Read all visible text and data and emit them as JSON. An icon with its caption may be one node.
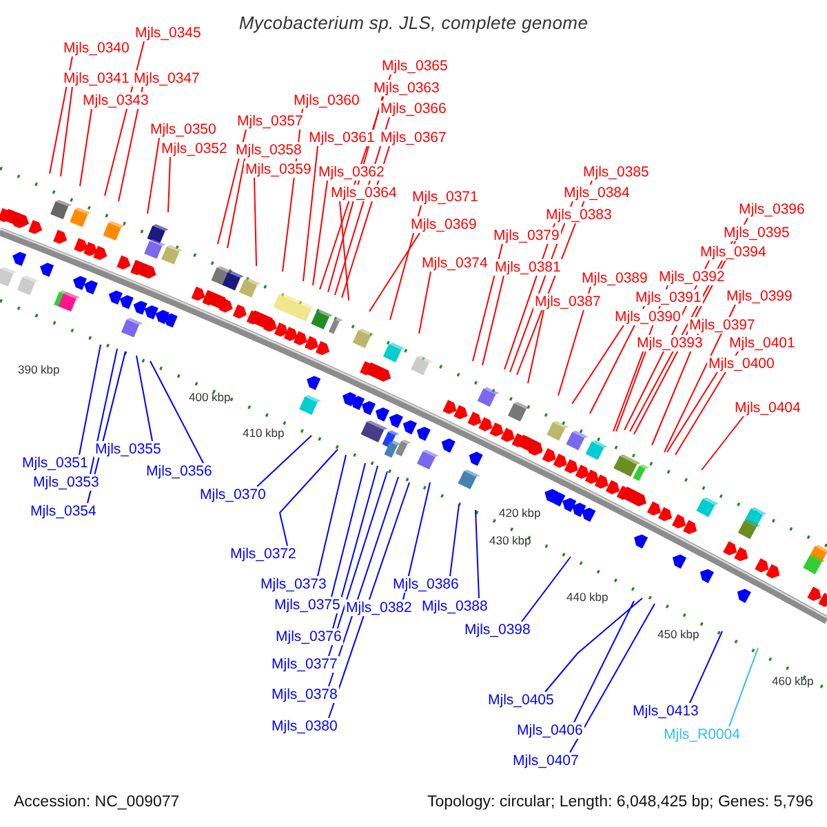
{
  "diagram": {
    "title": "Mycobacterium sp. JLS, complete genome",
    "nodes": [
      {
        "text": [
          "Mjls_0345"
        ]
      },
      {
        "text": [
          "Mjls_0340"
        ]
      },
      {
        "text": [
          "Mjls_0365"
        ]
      },
      {
        "text": [
          "Mjls_0341"
        ]
      },
      {
        "text": [
          "Mjls_0347"
        ]
      },
      {
        "text": [
          "Mjls_0363"
        ]
      },
      {
        "text": [
          "Mjls_0343"
        ]
      },
      {
        "text": [
          "Mjls_0360"
        ]
      },
      {
        "text": [
          "Mjls_0366"
        ]
      },
      {
        "text": [
          "Mjls_0357"
        ]
      },
      {
        "text": [
          "Mjls_0350"
        ]
      },
      {
        "text": [
          "Mjls_0361"
        ]
      },
      {
        "text": [
          "Mjls_0367"
        ]
      },
      {
        "text": [
          "Mjls_0352"
        ]
      },
      {
        "text": [
          "Mjls_0358"
        ]
      },
      {
        "text": [
          "Mjls_0359"
        ]
      },
      {
        "text": [
          "Mjls_0362"
        ]
      },
      {
        "text": [
          "Mjls_0385"
        ]
      },
      {
        "text": [
          "Mjls_0364"
        ]
      },
      {
        "text": [
          "Mjls_0384"
        ]
      },
      {
        "text": [
          "Mjls_0371"
        ]
      },
      {
        "text": [
          "Mjls_0396"
        ]
      },
      {
        "text": [
          "Mjls_0383"
        ]
      },
      {
        "text": [
          "Mjls_0369"
        ]
      },
      {
        "text": [
          "Mjls_0395"
        ]
      },
      {
        "text": [
          "Mjls_0379"
        ]
      },
      {
        "text": [
          "Mjls_0394"
        ]
      },
      {
        "text": [
          "Mjls_0374"
        ]
      },
      {
        "text": [
          "Mjls_0381"
        ]
      },
      {
        "text": [
          "Mjls_0392"
        ]
      },
      {
        "text": [
          "Mjls_0389"
        ]
      },
      {
        "text": [
          "Mjls_0391"
        ]
      },
      {
        "text": [
          "Mjls_0399"
        ]
      },
      {
        "text": [
          "Mjls_0387"
        ]
      },
      {
        "text": [
          "Mjls_0390"
        ]
      },
      {
        "text": [
          "Mjls_0397"
        ]
      },
      {
        "text": [
          "Mjls_0393"
        ]
      },
      {
        "text": [
          "Mjls_0401"
        ]
      },
      {
        "text": [
          "Mjls_0400"
        ]
      },
      {
        "text": [
          "Mjls_0404"
        ]
      },
      {
        "text": [
          "Mjls_0351"
        ]
      },
      {
        "text": [
          "Mjls_0355"
        ]
      },
      {
        "text": [
          "Mjls_0356"
        ]
      },
      {
        "text": [
          "Mjls_0353"
        ]
      },
      {
        "text": [
          "Mjls_0370"
        ]
      },
      {
        "text": [
          "Mjls_0354"
        ]
      },
      {
        "text": [
          "Mjls_0372"
        ]
      },
      {
        "text": [
          "Mjls_0373"
        ]
      },
      {
        "text": [
          "Mjls_0386"
        ]
      },
      {
        "text": [
          "Mjls_0375"
        ]
      },
      {
        "text": [
          "Mjls_0382"
        ]
      },
      {
        "text": [
          "Mjls_0388"
        ]
      },
      {
        "text": [
          "Mjls_0398"
        ]
      },
      {
        "text": [
          "Mjls_0376"
        ]
      },
      {
        "text": [
          "Mjls_0377"
        ]
      },
      {
        "text": [
          "Mjls_0378"
        ]
      },
      {
        "text": [
          "Mjls_0405"
        ]
      },
      {
        "text": [
          "Mjls_0413"
        ]
      },
      {
        "text": [
          "Mjls_0380"
        ]
      },
      {
        "text": [
          "Mjls_0406"
        ]
      },
      {
        "text": [
          "Mjls_R0004"
        ]
      },
      {
        "text": [
          "Mjls_0407"
        ]
      }
    ],
    "edges": [
      {
        "from": 0,
        "to": null,
        "arrow": "none"
      },
      {
        "from": 1,
        "to": null,
        "arrow": "none"
      },
      {
        "from": 2,
        "to": null,
        "arrow": "none"
      },
      {
        "from": 3,
        "to": null,
        "arrow": "none"
      },
      {
        "from": 4,
        "to": null,
        "arrow": "none"
      },
      {
        "from": 5,
        "to": null,
        "arrow": "none"
      },
      {
        "from": 6,
        "to": null,
        "arrow": "none"
      },
      {
        "from": 7,
        "to": null,
        "arrow": "none"
      },
      {
        "from": 8,
        "to": null,
        "arrow": "none"
      },
      {
        "from": 9,
        "to": null,
        "arrow": "none"
      },
      {
        "from": 10,
        "to": null,
        "arrow": "none"
      },
      {
        "from": 11,
        "to": null,
        "arrow": "none"
      },
      {
        "from": 12,
        "to": null,
        "arrow": "none"
      },
      {
        "from": 13,
        "to": null,
        "arrow": "none"
      },
      {
        "from": 14,
        "to": null,
        "arrow": "none"
      },
      {
        "from": 15,
        "to": null,
        "arrow": "none"
      },
      {
        "from": 16,
        "to": null,
        "arrow": "none"
      },
      {
        "from": 17,
        "to": null,
        "arrow": "none"
      },
      {
        "from": 18,
        "to": null,
        "arrow": "none"
      },
      {
        "from": 19,
        "to": null,
        "arrow": "none"
      },
      {
        "from": 20,
        "to": null,
        "arrow": "none"
      },
      {
        "from": 21,
        "to": null,
        "arrow": "none"
      },
      {
        "from": 22,
        "to": null,
        "arrow": "none"
      },
      {
        "from": 23,
        "to": null,
        "arrow": "none"
      },
      {
        "from": 24,
        "to": null,
        "arrow": "none"
      },
      {
        "from": 25,
        "to": null,
        "arrow": "none"
      },
      {
        "from": 26,
        "to": null,
        "arrow": "none"
      },
      {
        "from": 27,
        "to": null,
        "arrow": "none"
      },
      {
        "from": 28,
        "to": null,
        "arrow": "none"
      },
      {
        "from": 29,
        "to": null,
        "arrow": "none"
      },
      {
        "from": 30,
        "to": null,
        "arrow": "none"
      },
      {
        "from": 31,
        "to": null,
        "arrow": "none"
      },
      {
        "from": 32,
        "to": null,
        "arrow": "none"
      },
      {
        "from": 33,
        "to": null,
        "arrow": "none"
      },
      {
        "from": 34,
        "to": null,
        "arrow": "none"
      },
      {
        "from": 35,
        "to": null,
        "arrow": "none"
      },
      {
        "from": 36,
        "to": null,
        "arrow": "none"
      },
      {
        "from": 37,
        "to": null,
        "arrow": "none"
      },
      {
        "from": 38,
        "to": null,
        "arrow": "none"
      },
      {
        "from": 39,
        "to": null,
        "arrow": "none"
      },
      {
        "from": 40,
        "to": null,
        "arrow": "none",
        "color": "#0000ff"
      },
      {
        "from": 41,
        "to": null,
        "arrow": "none",
        "color": "#0000ff"
      },
      {
        "from": 42,
        "to": null,
        "arrow": "none",
        "color": "#0000ff"
      },
      {
        "from": 43,
        "to": null,
        "arrow": "none",
        "color": "#0000ff"
      },
      {
        "from": 44,
        "to": null,
        "arrow": "none",
        "color": "#0000ff"
      },
      {
        "from": 45,
        "to": null,
        "arrow": "none",
        "color": "#0000ff"
      },
      {
        "from": 46,
        "to": null,
        "arrow": "none",
        "color": "#0000ff"
      },
      {
        "from": 47,
        "to": null,
        "arrow": "none",
        "color": "#0000ff"
      },
      {
        "from": 48,
        "to": null,
        "arrow": "none",
        "color": "#0000ff"
      },
      {
        "from": 49,
        "to": null,
        "arrow": "none",
        "color": "#0000ff"
      },
      {
        "from": 50,
        "to": null,
        "arrow": "none",
        "color": "#0000ff"
      },
      {
        "from": 51,
        "to": null,
        "arrow": "none",
        "color": "#0000ff"
      },
      {
        "from": 52,
        "to": null,
        "arrow": "none",
        "color": "#0000ff"
      },
      {
        "from": 53,
        "to": null,
        "arrow": "none",
        "color": "#0000ff"
      },
      {
        "from": 54,
        "to": null,
        "arrow": "none",
        "color": "#0000ff"
      },
      {
        "from": 55,
        "to": null,
        "arrow": "none",
        "color": "#0000ff"
      },
      {
        "from": 56,
        "to": null,
        "arrow": "none",
        "color": "#0000ff"
      },
      {
        "from": 57,
        "to": null,
        "arrow": "none",
        "color": "#0000ff"
      },
      {
        "from": 58,
        "to": null,
        "arrow": "none",
        "color": "#0000ff"
      },
      {
        "from": 59,
        "to": null,
        "arrow": "none",
        "color": "#0000ff"
      },
      {
        "from": 60,
        "to": null,
        "arrow": "none",
        "color": "#33bbff"
      },
      {
        "from": 61,
        "to": null,
        "arrow": "none",
        "color": "#0000ff"
      }
    ],
    "labels": [
      "390 kbp",
      "400 kbp",
      "410 kbp",
      "420 kbp",
      "430 kbp",
      "440 kbp",
      "450 kbp",
      "460 kbp",
      "Accession: NC_009077",
      "Topology: circular; Length: 6,048,425 bp; Genes: 5,796"
    ]
  }
}
